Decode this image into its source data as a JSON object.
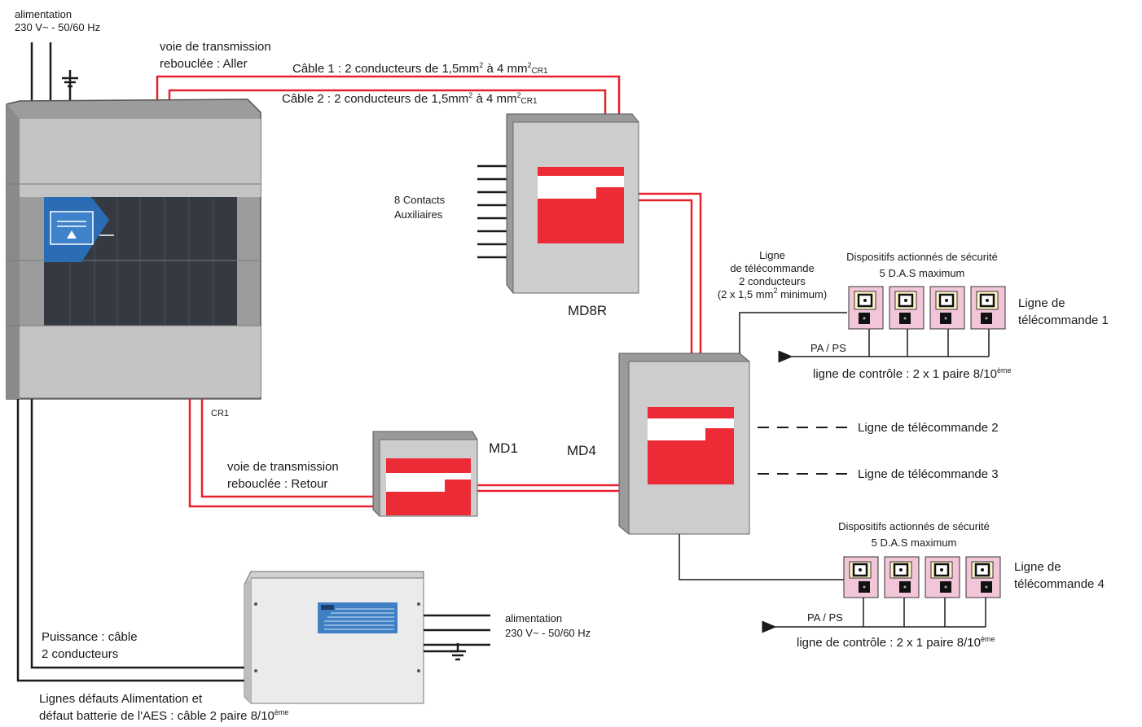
{
  "power_top": {
    "line1": "alimentation",
    "line2": "230 V~ - 50/60 Hz"
  },
  "loop_out": {
    "line1": "voie de transmission",
    "line2": "rebouclée : Aller"
  },
  "cable1": {
    "text": "Câble 1 : 2 conducteurs de 1,5mm",
    "sup1": "2",
    "mid": " à 4 mm",
    "sup2": "2",
    "sub": "CR1"
  },
  "cable2": {
    "text": "Câble 2 : 2 conducteurs de 1,5mm",
    "sup1": "2",
    "mid": " à 4 mm",
    "sup2": "2",
    "sub": "CR1"
  },
  "aux": {
    "line1": "8 Contacts",
    "line2": "Auxiliaires"
  },
  "md8r": "MD8R",
  "md1": "MD1",
  "md4": "MD4",
  "cr1": "CR1",
  "loop_return": {
    "line1": "voie de transmission",
    "line2": "rebouclée : Retour"
  },
  "telecmd_line": {
    "line1": "Ligne",
    "line2": "de télécommande",
    "line3": "2 conducteurs",
    "line4a": "(2 x 1,5 mm",
    "line4sup": "2",
    "line4b": "  minimum)"
  },
  "das_top": {
    "line1": "Dispositifs actionnés de sécurité",
    "line2": "5 D.A.S maximum"
  },
  "ligne1": {
    "line1": "Ligne de",
    "line2": "télécommande 1"
  },
  "papd1": "PA / PS",
  "control1": {
    "text": "ligne de contrôle : 2 x 1 paire 8/10",
    "sup": "ème"
  },
  "ligne2": "Ligne de télécommande 2",
  "ligne3": "Ligne de télécommande 3",
  "das_bottom": {
    "line1": "Dispositifs actionnés de sécurité",
    "line2": "5 D.A.S maximum"
  },
  "ligne4": {
    "line1": "Ligne de",
    "line2": "télécommande 4"
  },
  "papd2": "PA / PS",
  "control2": {
    "text": "ligne de contrôle : 2 x 1 paire 8/10",
    "sup": "ème"
  },
  "power_aes": {
    "line1": "alimentation",
    "line2": "230 V~ - 50/60 Hz"
  },
  "puissance": {
    "line1": "Puissance : câble",
    "line2": "2 conducteurs"
  },
  "defauts": {
    "line1": "Lignes défauts Alimentation et",
    "line2": "défaut batterie de l'AES : câble 2 paire 8/10",
    "sup": "ème"
  },
  "colors": {
    "cable_red": "#e8212e",
    "module_red": "#ec2b36",
    "panel_blue": "#2a6db5",
    "das_pink": "#f2c6d8",
    "box_grey": "#cfcfcf"
  }
}
